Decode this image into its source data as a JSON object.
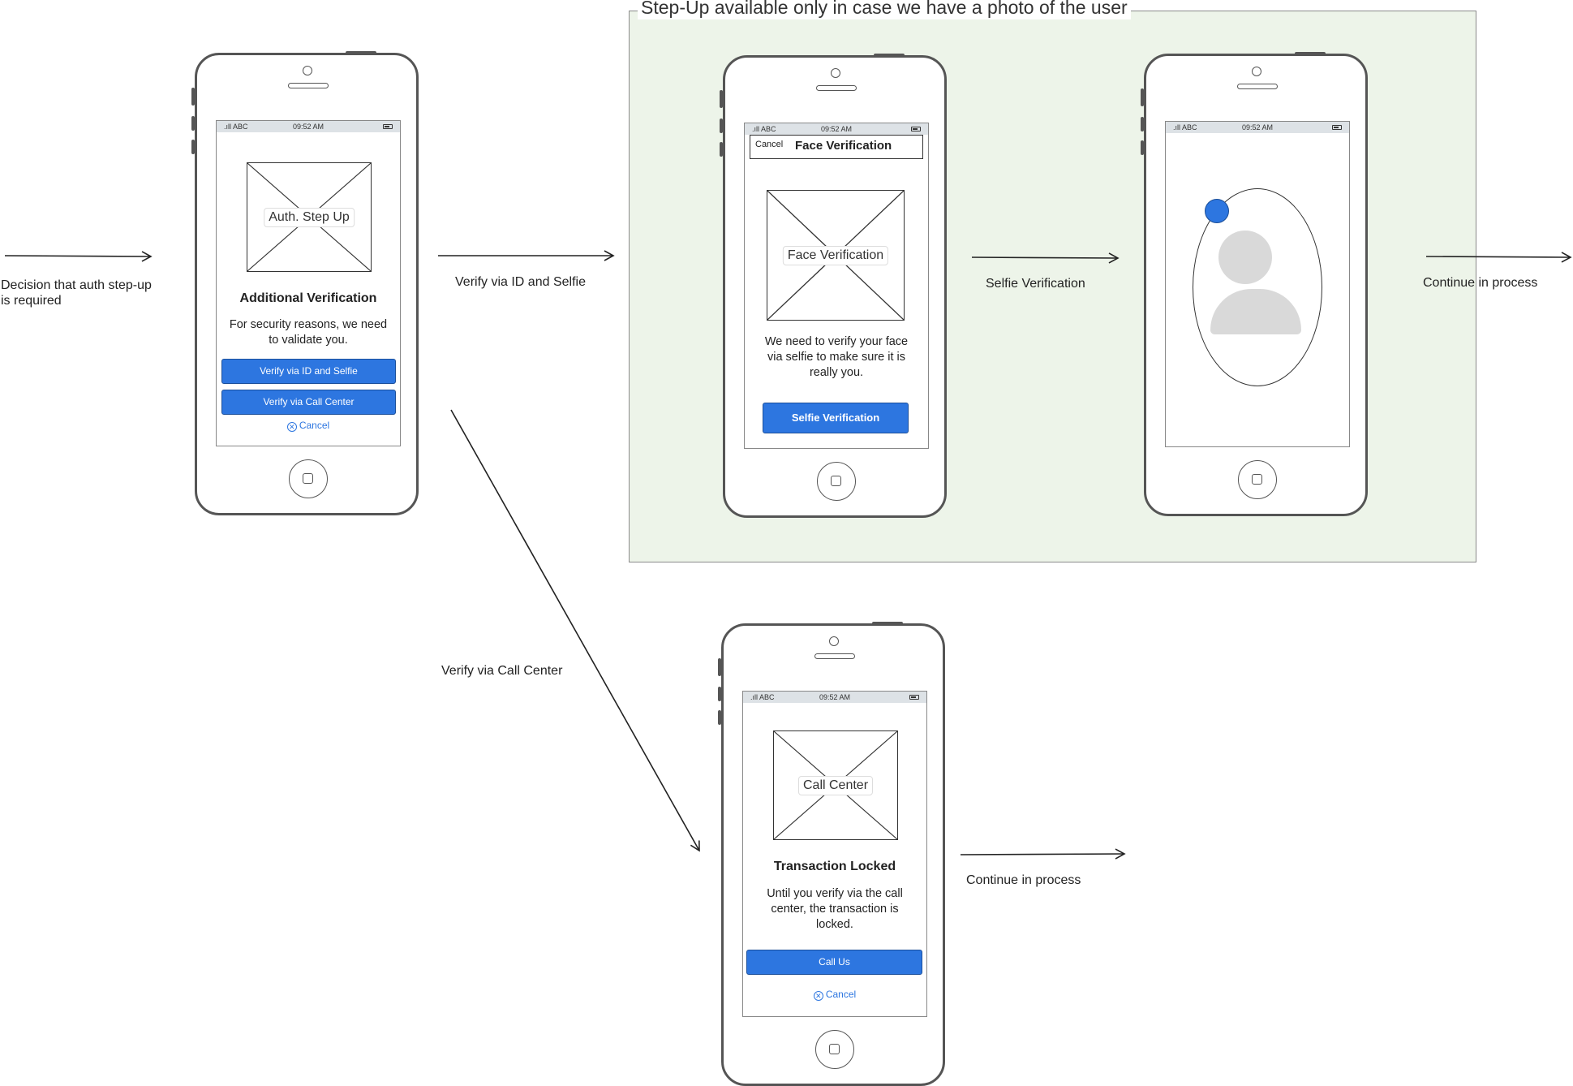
{
  "group": {
    "title": "Step-Up available only in case we have a photo of the user"
  },
  "flow_labels": {
    "decision": "Decision that auth step-up\nis required",
    "verify_id_selfie": "Verify via ID and Selfie",
    "selfie_verification": "Selfie Verification",
    "continue_1": "Continue in process",
    "verify_call_center": "Verify via Call Center",
    "continue_2": "Continue in process"
  },
  "status_bar": {
    "carrier": "ABC",
    "time": "09:52 AM"
  },
  "screen_step_up": {
    "image_label": "Auth. Step Up",
    "heading": "Additional Verification",
    "body": "For security reasons, we need to validate you.",
    "btn_id_selfie": "Verify via ID and Selfie",
    "btn_call_center": "Verify via Call Center",
    "cancel": "Cancel"
  },
  "screen_face": {
    "nav_cancel": "Cancel",
    "nav_title": "Face Verification",
    "image_label": "Face Verification",
    "body": "We need to verify your face via selfie to make sure it is really you.",
    "btn_selfie": "Selfie Verification"
  },
  "screen_camera": {},
  "screen_call": {
    "image_label": "Call Center",
    "heading": "Transaction Locked",
    "body": "Until you verify via the call center, the transaction is locked.",
    "btn_call": "Call Us",
    "cancel": "Cancel"
  },
  "colors": {
    "accent": "#2d76e0",
    "group_bg": "#edf4e9",
    "placeholder": "#d9d9d9"
  }
}
